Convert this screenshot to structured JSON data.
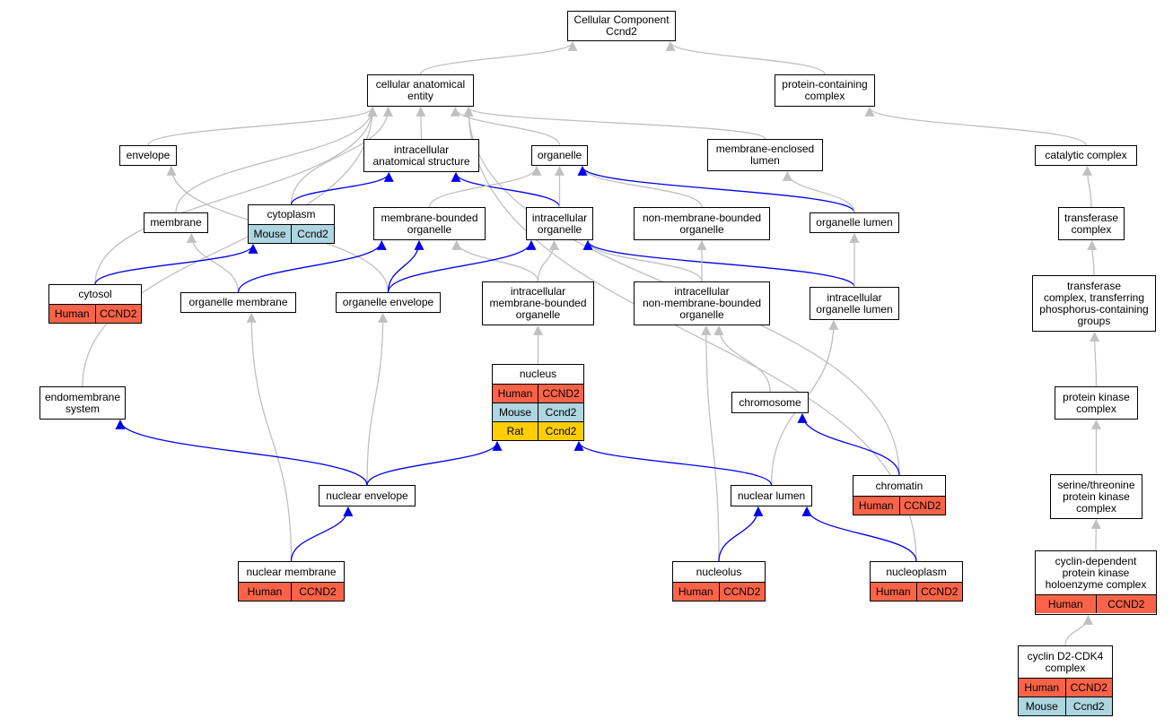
{
  "colors": {
    "Human": "#fb6349",
    "Mouse": "#aed6e1",
    "Rat": "#fece00",
    "edge_gray": "#c0c0c0",
    "edge_blue": "#0000ee"
  },
  "nodes": {
    "cc": {
      "label": "Cellular Component\nCcnd2",
      "rows": []
    },
    "cae": {
      "label": "cellular anatomical\nentity",
      "rows": []
    },
    "pcc": {
      "label": "protein-containing\ncomplex",
      "rows": []
    },
    "env": {
      "label": "envelope",
      "rows": []
    },
    "ias": {
      "label": "intracellular\nanatomical structure",
      "rows": []
    },
    "org": {
      "label": "organelle",
      "rows": []
    },
    "mel": {
      "label": "membrane-enclosed\nlumen",
      "rows": []
    },
    "catc": {
      "label": "catalytic complex",
      "rows": []
    },
    "mem": {
      "label": "membrane",
      "rows": []
    },
    "cyto": {
      "label": "cytoplasm",
      "rows": [
        [
          "Mouse",
          "Ccnd2"
        ]
      ]
    },
    "mbo": {
      "label": "membrane-bounded\norganelle",
      "rows": []
    },
    "io": {
      "label": "intracellular\norganelle",
      "rows": []
    },
    "nmbo": {
      "label": "non-membrane-bounded\norganelle",
      "rows": []
    },
    "ol": {
      "label": "organelle lumen",
      "rows": []
    },
    "trc": {
      "label": "transferase\ncomplex",
      "rows": []
    },
    "cytosol": {
      "label": "cytosol",
      "rows": [
        [
          "Human",
          "CCND2"
        ]
      ]
    },
    "om": {
      "label": "organelle membrane",
      "rows": []
    },
    "oe": {
      "label": "organelle envelope",
      "rows": []
    },
    "imbo": {
      "label": "intracellular\nmembrane-bounded\norganelle",
      "rows": []
    },
    "inmbo": {
      "label": "intracellular\nnon-membrane-bounded\norganelle",
      "rows": []
    },
    "iol": {
      "label": "intracellular\norganelle lumen",
      "rows": []
    },
    "tcpp": {
      "label": "transferase\ncomplex, transferring\nphosphorus-containing\ngroups",
      "rows": []
    },
    "nuc": {
      "label": "nucleus",
      "rows": [
        [
          "Human",
          "CCND2"
        ],
        [
          "Mouse",
          "Ccnd2"
        ],
        [
          "Rat",
          "Ccnd2"
        ]
      ]
    },
    "ems": {
      "label": "endomembrane\nsystem",
      "rows": []
    },
    "chr": {
      "label": "chromosome",
      "rows": []
    },
    "pkc": {
      "label": "protein kinase\ncomplex",
      "rows": []
    },
    "chrt": {
      "label": "chromatin",
      "rows": [
        [
          "Human",
          "CCND2"
        ]
      ]
    },
    "ne": {
      "label": "nuclear envelope",
      "rows": []
    },
    "nl": {
      "label": "nuclear lumen",
      "rows": []
    },
    "stpk": {
      "label": "serine/threonine\nprotein kinase\ncomplex",
      "rows": []
    },
    "nm": {
      "label": "nuclear membrane",
      "rows": [
        [
          "Human",
          "CCND2"
        ]
      ]
    },
    "nucl": {
      "label": "nucleolus",
      "rows": [
        [
          "Human",
          "CCND2"
        ]
      ]
    },
    "nucp": {
      "label": "nucleoplasm",
      "rows": [
        [
          "Human",
          "CCND2"
        ]
      ]
    },
    "cdk": {
      "label": "cyclin-dependent\nprotein kinase\nholoenzyme complex",
      "rows": [
        [
          "Human",
          "CCND2"
        ]
      ]
    },
    "cd2": {
      "label": "cyclin D2-CDK4\ncomplex",
      "rows": [
        [
          "Human",
          "CCND2"
        ],
        [
          "Mouse",
          "Ccnd2"
        ]
      ]
    }
  },
  "edges": [
    {
      "from": "cae",
      "to": "cc",
      "type": "is_a"
    },
    {
      "from": "pcc",
      "to": "cc",
      "type": "is_a"
    },
    {
      "from": "env",
      "to": "cae",
      "type": "is_a"
    },
    {
      "from": "ias",
      "to": "cae",
      "type": "is_a"
    },
    {
      "from": "org",
      "to": "cae",
      "type": "is_a"
    },
    {
      "from": "mel",
      "to": "cae",
      "type": "is_a"
    },
    {
      "from": "mem",
      "to": "cae",
      "type": "is_a"
    },
    {
      "from": "cyto",
      "to": "cae",
      "type": "is_a"
    },
    {
      "from": "cytosol",
      "to": "cae",
      "type": "is_a"
    },
    {
      "from": "ems",
      "to": "cae",
      "type": "is_a"
    },
    {
      "from": "chrt",
      "to": "cae",
      "type": "is_a"
    },
    {
      "from": "nucp",
      "to": "cae",
      "type": "is_a"
    },
    {
      "from": "catc",
      "to": "pcc",
      "type": "is_a"
    },
    {
      "from": "trc",
      "to": "catc",
      "type": "is_a"
    },
    {
      "from": "tcpp",
      "to": "trc",
      "type": "is_a"
    },
    {
      "from": "pkc",
      "to": "tcpp",
      "type": "is_a"
    },
    {
      "from": "stpk",
      "to": "pkc",
      "type": "is_a"
    },
    {
      "from": "cdk",
      "to": "stpk",
      "type": "is_a"
    },
    {
      "from": "cd2",
      "to": "cdk",
      "type": "is_a"
    },
    {
      "from": "cyto",
      "to": "ias",
      "type": "part_of"
    },
    {
      "from": "io",
      "to": "ias",
      "type": "part_of"
    },
    {
      "from": "mbo",
      "to": "org",
      "type": "is_a"
    },
    {
      "from": "io",
      "to": "org",
      "type": "is_a"
    },
    {
      "from": "nmbo",
      "to": "org",
      "type": "is_a"
    },
    {
      "from": "ol",
      "to": "org",
      "type": "part_of"
    },
    {
      "from": "ol",
      "to": "mel",
      "type": "is_a"
    },
    {
      "from": "oe",
      "to": "env",
      "type": "is_a"
    },
    {
      "from": "om",
      "to": "mem",
      "type": "is_a"
    },
    {
      "from": "cytosol",
      "to": "cyto",
      "type": "part_of"
    },
    {
      "from": "om",
      "to": "mbo",
      "type": "part_of"
    },
    {
      "from": "oe",
      "to": "mbo",
      "type": "part_of"
    },
    {
      "from": "imbo",
      "to": "mbo",
      "type": "is_a"
    },
    {
      "from": "oe",
      "to": "io",
      "type": "part_of"
    },
    {
      "from": "imbo",
      "to": "io",
      "type": "is_a"
    },
    {
      "from": "inmbo",
      "to": "io",
      "type": "is_a"
    },
    {
      "from": "iol",
      "to": "io",
      "type": "part_of"
    },
    {
      "from": "inmbo",
      "to": "nmbo",
      "type": "is_a"
    },
    {
      "from": "iol",
      "to": "ol",
      "type": "is_a"
    },
    {
      "from": "nuc",
      "to": "imbo",
      "type": "is_a"
    },
    {
      "from": "chr",
      "to": "inmbo",
      "type": "is_a"
    },
    {
      "from": "nucl",
      "to": "inmbo",
      "type": "is_a"
    },
    {
      "from": "nl",
      "to": "iol",
      "type": "is_a"
    },
    {
      "from": "nm",
      "to": "om",
      "type": "is_a"
    },
    {
      "from": "ne",
      "to": "oe",
      "type": "is_a"
    },
    {
      "from": "ne",
      "to": "ems",
      "type": "part_of"
    },
    {
      "from": "ne",
      "to": "nuc",
      "type": "part_of"
    },
    {
      "from": "nl",
      "to": "nuc",
      "type": "part_of"
    },
    {
      "from": "chrt",
      "to": "chr",
      "type": "part_of"
    },
    {
      "from": "nm",
      "to": "ne",
      "type": "part_of"
    },
    {
      "from": "nucl",
      "to": "nl",
      "type": "part_of"
    },
    {
      "from": "nucp",
      "to": "nl",
      "type": "part_of"
    }
  ]
}
